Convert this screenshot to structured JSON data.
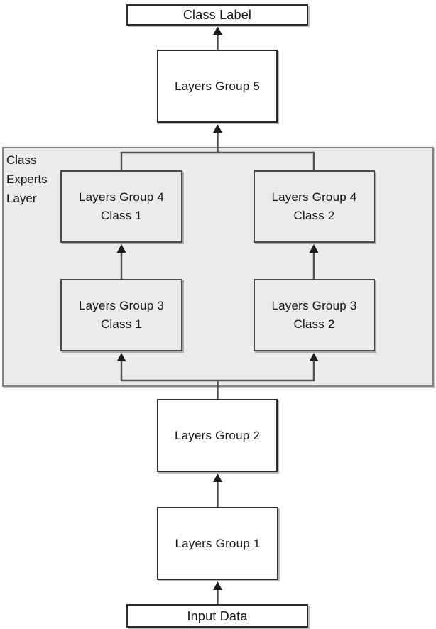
{
  "diagram_type": "flowchart",
  "colors": {
    "background": "#ffffff",
    "container_fill": "#ebebeb",
    "container_border": "#828282",
    "node_fill_white": "#ffffff",
    "node_fill_gray": "#ebebeb",
    "node_border": "#2b2b2b",
    "arrow": "#1c1c1c",
    "text": "#141414"
  },
  "experts_container": {
    "label_lines": [
      "Class",
      "Experts",
      "Layer"
    ]
  },
  "nodes": {
    "class_label": {
      "label": "Class Label"
    },
    "layers_group_5": {
      "label": "Layers Group 5"
    },
    "layers_group_4_class_1": {
      "label": "Layers Group 4",
      "sublabel": "Class 1"
    },
    "layers_group_4_class_2": {
      "label": "Layers Group 4",
      "sublabel": "Class 2"
    },
    "layers_group_3_class_1": {
      "label": "Layers Group 3",
      "sublabel": "Class 1"
    },
    "layers_group_3_class_2": {
      "label": "Layers Group 3",
      "sublabel": "Class 2"
    },
    "layers_group_2": {
      "label": "Layers Group 2"
    },
    "layers_group_1": {
      "label": "Layers Group 1"
    },
    "input_data": {
      "label": "Input Data"
    }
  },
  "edges": [
    {
      "from": "input_data",
      "to": "layers_group_1"
    },
    {
      "from": "layers_group_1",
      "to": "layers_group_2"
    },
    {
      "from": "layers_group_2",
      "to": "layers_group_3_class_1"
    },
    {
      "from": "layers_group_2",
      "to": "layers_group_3_class_2"
    },
    {
      "from": "layers_group_3_class_1",
      "to": "layers_group_4_class_1"
    },
    {
      "from": "layers_group_3_class_2",
      "to": "layers_group_4_class_2"
    },
    {
      "from": "layers_group_4_class_1",
      "to": "layers_group_5"
    },
    {
      "from": "layers_group_4_class_2",
      "to": "layers_group_5"
    },
    {
      "from": "layers_group_5",
      "to": "class_label"
    }
  ]
}
